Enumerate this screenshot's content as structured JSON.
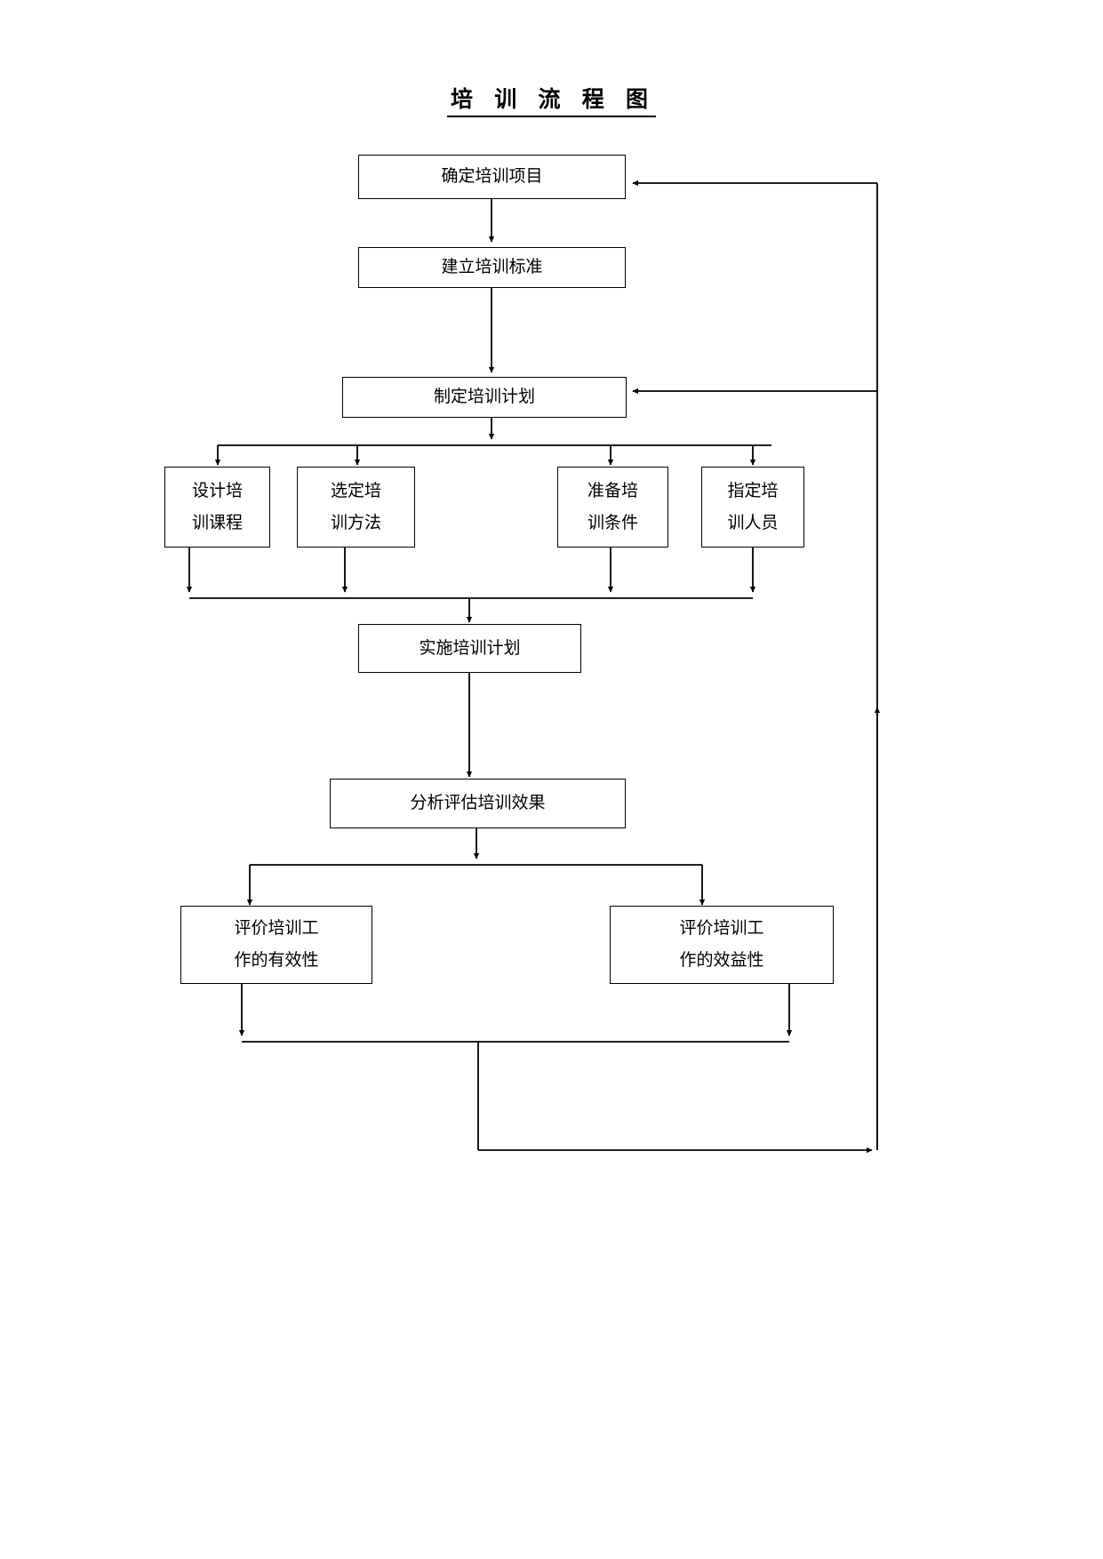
{
  "title": {
    "text": "培 训 流 程 图"
  },
  "flowchart": {
    "type": "flowchart",
    "orientation": "top-down",
    "nodes": [
      {
        "id": "n1",
        "label": "确定培训项目"
      },
      {
        "id": "n2",
        "label": "建立培训标准"
      },
      {
        "id": "n3",
        "label": "制定培训计划"
      },
      {
        "id": "n4",
        "label": "设计培训课程"
      },
      {
        "id": "n5",
        "label": "选定培训方法"
      },
      {
        "id": "n6",
        "label": "准备培训条件"
      },
      {
        "id": "n7",
        "label": "指定培训人员"
      },
      {
        "id": "n8",
        "label": "实施培训计划"
      },
      {
        "id": "n9",
        "label": "分析评估培训效果"
      },
      {
        "id": "n10",
        "label": "评价培训工作的有效性"
      },
      {
        "id": "n11",
        "label": "评价培训工作的效益性"
      }
    ],
    "node_lines": {
      "n4": [
        "设计培",
        "训课程"
      ],
      "n5": [
        "选定培",
        "训方法"
      ],
      "n6": [
        "准备培",
        "训条件"
      ],
      "n7": [
        "指定培",
        "训人员"
      ],
      "n10": [
        "评价培训工",
        "作的有效性"
      ],
      "n11": [
        "评价培训工",
        "作的效益性"
      ]
    },
    "edges": [
      {
        "from": "n1",
        "to": "n2"
      },
      {
        "from": "n2",
        "to": "n3"
      },
      {
        "from": "n3",
        "to": "n4"
      },
      {
        "from": "n3",
        "to": "n5"
      },
      {
        "from": "n3",
        "to": "n6"
      },
      {
        "from": "n3",
        "to": "n7"
      },
      {
        "from": "n4",
        "to": "n8"
      },
      {
        "from": "n5",
        "to": "n8"
      },
      {
        "from": "n6",
        "to": "n8"
      },
      {
        "from": "n7",
        "to": "n8"
      },
      {
        "from": "n8",
        "to": "n9"
      },
      {
        "from": "n9",
        "to": "n10"
      },
      {
        "from": "n9",
        "to": "n11"
      },
      {
        "from": "n10",
        "to": "feedback"
      },
      {
        "from": "n11",
        "to": "feedback"
      },
      {
        "from": "feedback",
        "to": "n1"
      },
      {
        "from": "feedback",
        "to": "n3"
      }
    ],
    "colors": {
      "line": "#000000",
      "box_border": "#000000",
      "box_fill": "#ffffff",
      "text": "#000000",
      "background": "#ffffff"
    }
  }
}
